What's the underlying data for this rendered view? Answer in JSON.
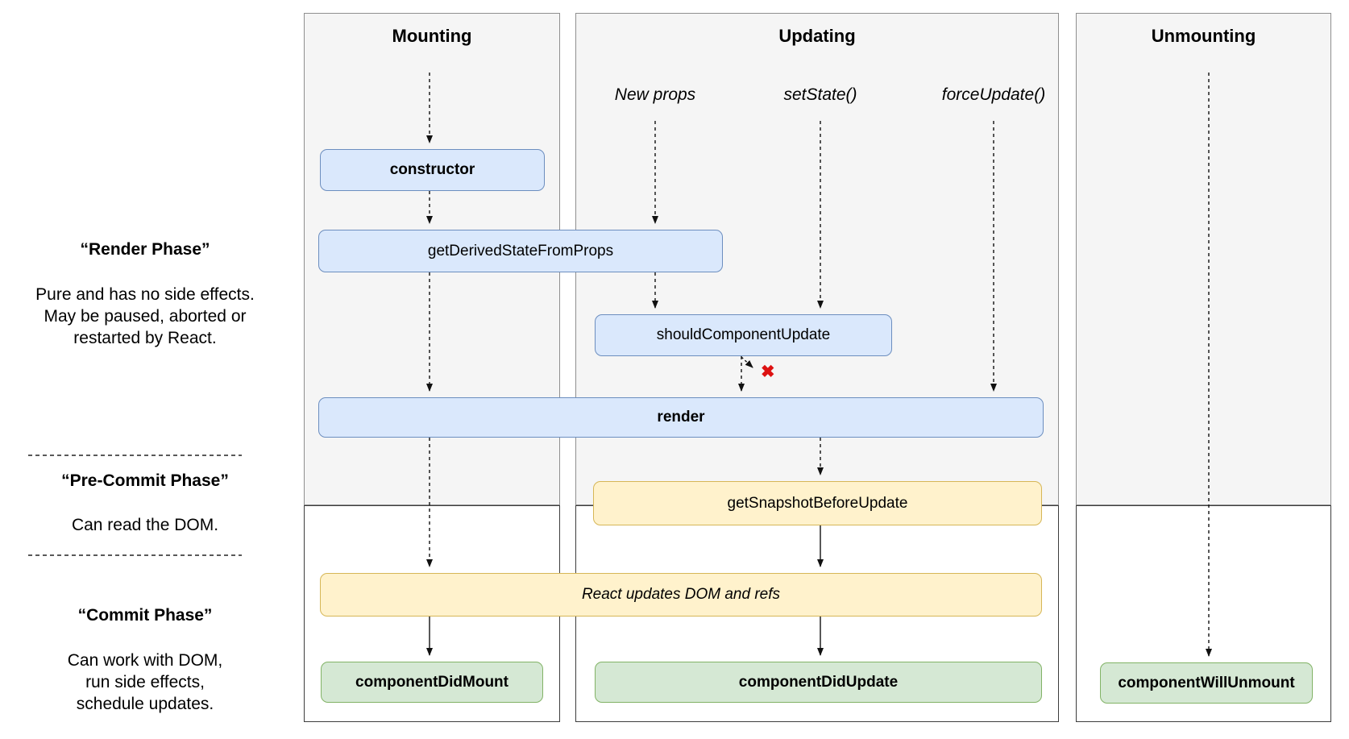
{
  "columns": [
    {
      "title": "Mounting"
    },
    {
      "title": "Updating"
    },
    {
      "title": "Unmounting"
    }
  ],
  "update_triggers": [
    "New props",
    "setState()",
    "forceUpdate()"
  ],
  "phases": {
    "render": {
      "title": "“Render Phase”",
      "lines": [
        "Pure and has no side effects.",
        "May be paused, aborted or",
        "restarted by React."
      ]
    },
    "pre_commit": {
      "title": "“Pre-Commit Phase”",
      "lines": [
        "Can read the DOM."
      ]
    },
    "commit": {
      "title": "“Commit Phase”",
      "lines": [
        "Can work with DOM,",
        "run side effects,",
        "schedule updates."
      ]
    }
  },
  "nodes": {
    "constructor": "constructor",
    "get_derived_state_from_props": "getDerivedStateFromProps",
    "should_component_update": "shouldComponentUpdate",
    "render": "render",
    "get_snapshot_before_update": "getSnapshotBeforeUpdate",
    "react_updates_dom": "React updates DOM and refs",
    "component_did_mount": "componentDidMount",
    "component_did_update": "componentDidUpdate",
    "component_will_unmount": "componentWillUnmount"
  },
  "icons": {
    "cancel_update_cross": "✖"
  },
  "colors": {
    "column_bg": "#f5f5f5",
    "column_border_render": "#8f8f8f",
    "column_border_commit": "#3d3d3d",
    "blue_fill": "#dae8fc",
    "blue_border": "#6c8ebf",
    "yellow_fill": "#fff2cc",
    "yellow_border": "#d6b656",
    "green_fill": "#d5e8d4",
    "green_border": "#82b366",
    "cross_red": "#dd1111",
    "arrow": "#111111"
  }
}
